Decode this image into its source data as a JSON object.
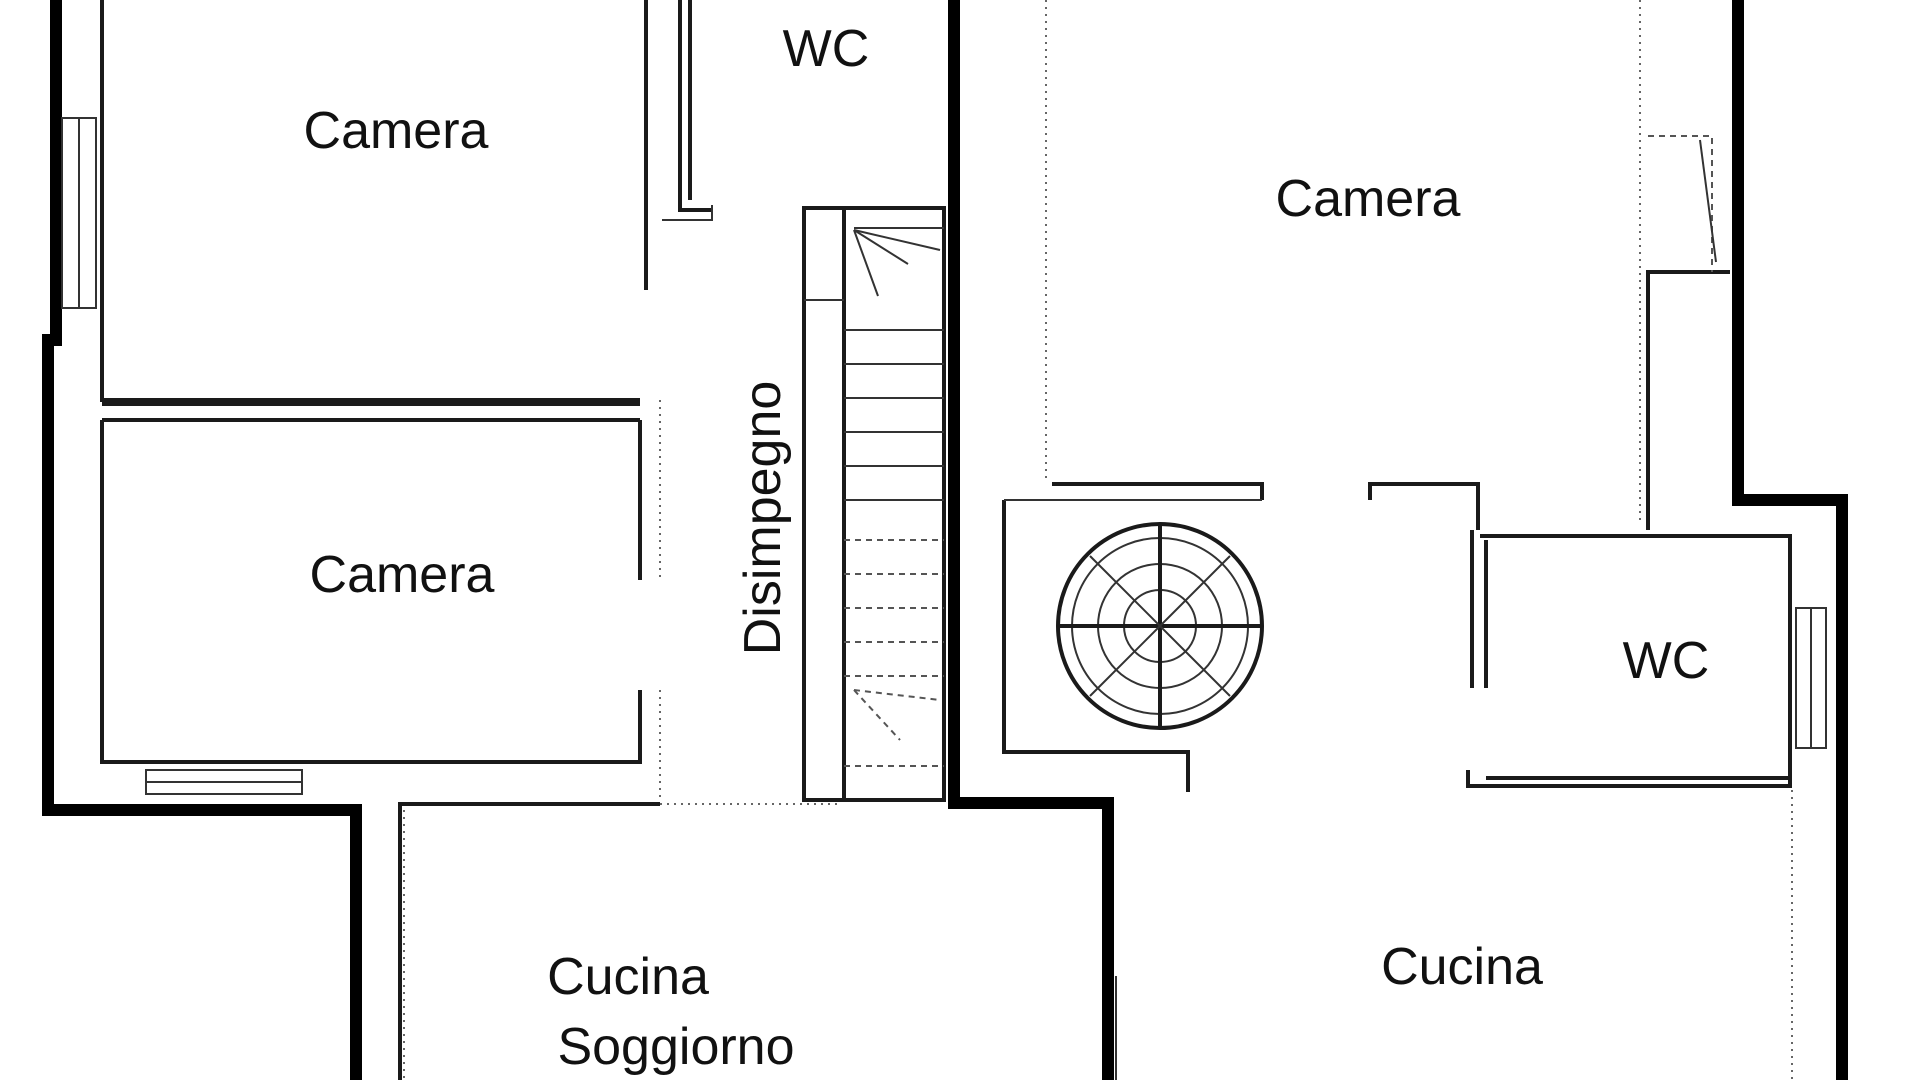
{
  "rooms": {
    "camera_top_left": "Camera",
    "camera_mid_left": "Camera",
    "wc_left": "WC",
    "disimpegno": "Disimpegno",
    "cucina_soggiorno_line1": "Cucina",
    "cucina_soggiorno_line2": "Soggiorno",
    "camera_right": "Camera",
    "wc_right": "WC",
    "cucina_right": "Cucina"
  },
  "icons": {
    "staircase": "staircase-icon",
    "spiral_stair": "spiral-staircase-icon"
  },
  "colors": {
    "walls": "#000000",
    "background": "#ffffff"
  }
}
